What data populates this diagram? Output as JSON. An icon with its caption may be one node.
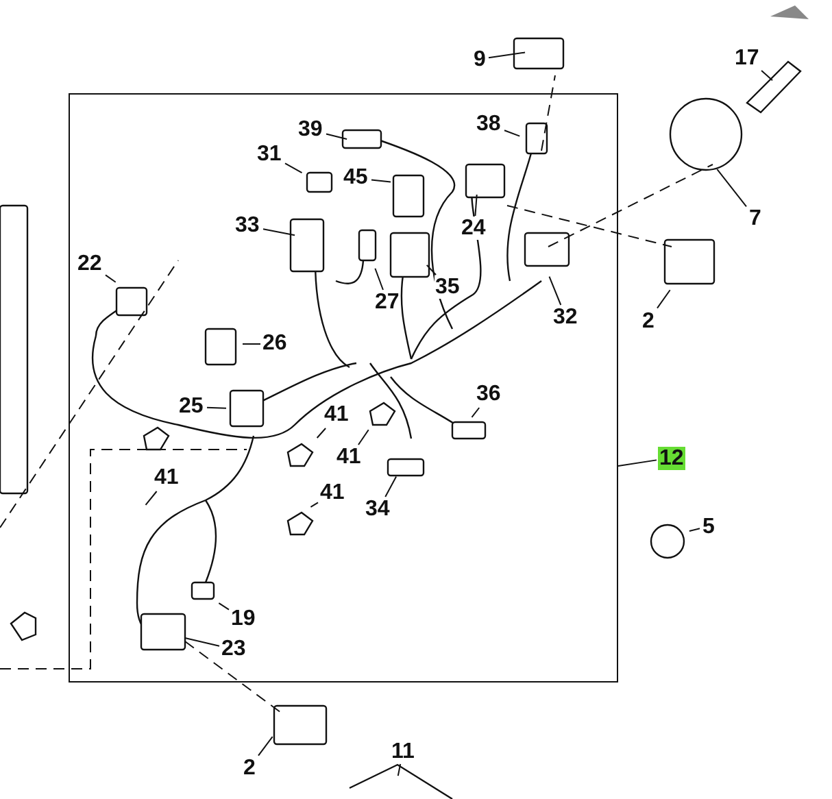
{
  "diagram": {
    "nodes": [
      {
        "text": [
          "9"
        ]
      },
      {
        "text": [
          "17"
        ]
      },
      {
        "text": [],
        "shape": "box"
      },
      {
        "text": [
          "39"
        ],
        "in": 2
      },
      {
        "text": [
          "38"
        ],
        "in": 2
      },
      {
        "text": [
          "31"
        ],
        "in": 2
      },
      {
        "text": [
          "45"
        ],
        "in": 2
      },
      {
        "text": [
          "24"
        ],
        "in": 2
      },
      {
        "text": [
          "7"
        ]
      },
      {
        "text": [
          "33"
        ],
        "in": 2
      },
      {
        "text": [
          "22"
        ],
        "in": 2
      },
      {
        "text": [
          "27"
        ],
        "in": 2
      },
      {
        "text": [
          "35"
        ],
        "in": 2
      },
      {
        "text": [
          "32"
        ],
        "in": 2
      },
      {
        "text": [
          "2"
        ]
      },
      {
        "text": [
          "26"
        ],
        "in": 2
      },
      {
        "text": [
          "25"
        ],
        "in": 2
      },
      {
        "text": [
          "36"
        ],
        "in": 2
      },
      {
        "text": [
          "41"
        ],
        "in": 2
      },
      {
        "text": [
          "41"
        ],
        "in": 2
      },
      {
        "text": [
          "12"
        ]
      },
      {
        "text": [
          "41"
        ],
        "in": 2
      },
      {
        "text": [
          "41"
        ],
        "in": 2
      },
      {
        "text": [
          "34"
        ],
        "in": 2
      },
      {
        "text": [
          "5"
        ]
      },
      {
        "text": [
          "19"
        ],
        "in": 2
      },
      {
        "text": [
          "23"
        ],
        "in": 2
      },
      {
        "text": [
          "2"
        ]
      },
      {
        "text": [
          "11"
        ]
      }
    ],
    "edges": [
      {
        "from": 0,
        "to": null,
        "arrow": "none"
      },
      {
        "from": 1,
        "to": null,
        "arrow": "none"
      },
      {
        "from": 3,
        "to": null,
        "arrow": "none"
      },
      {
        "from": 4,
        "to": null,
        "arrow": "none"
      },
      {
        "from": 5,
        "to": null,
        "arrow": "none"
      },
      {
        "from": 6,
        "to": null,
        "arrow": "none"
      },
      {
        "from": 7,
        "to": null,
        "arrow": "none"
      },
      {
        "from": 8,
        "to": null,
        "arrow": "none"
      },
      {
        "from": 9,
        "to": null,
        "arrow": "none"
      },
      {
        "from": 10,
        "to": null,
        "arrow": "none"
      },
      {
        "from": 11,
        "to": null,
        "arrow": "none"
      },
      {
        "from": 12,
        "to": null,
        "arrow": "none"
      },
      {
        "from": 13,
        "to": null,
        "arrow": "none"
      },
      {
        "from": 14,
        "to": null,
        "arrow": "none"
      },
      {
        "from": 15,
        "to": null,
        "arrow": "none"
      },
      {
        "from": 16,
        "to": null,
        "arrow": "none"
      },
      {
        "from": 17,
        "to": null,
        "arrow": "none"
      },
      {
        "from": 18,
        "to": null,
        "arrow": "none"
      },
      {
        "from": 19,
        "to": null,
        "arrow": "none"
      },
      {
        "from": 20,
        "to": 2,
        "arrow": "none"
      },
      {
        "from": 21,
        "to": null,
        "arrow": "none"
      },
      {
        "from": 22,
        "to": null,
        "arrow": "none"
      },
      {
        "from": 23,
        "to": null,
        "arrow": "none"
      },
      {
        "from": 24,
        "to": null,
        "arrow": "none"
      },
      {
        "from": 25,
        "to": null,
        "arrow": "none"
      },
      {
        "from": 26,
        "to": null,
        "arrow": "none"
      },
      {
        "from": 27,
        "to": null,
        "arrow": "none"
      },
      {
        "from": 28,
        "to": null,
        "arrow": "none"
      }
    ]
  }
}
